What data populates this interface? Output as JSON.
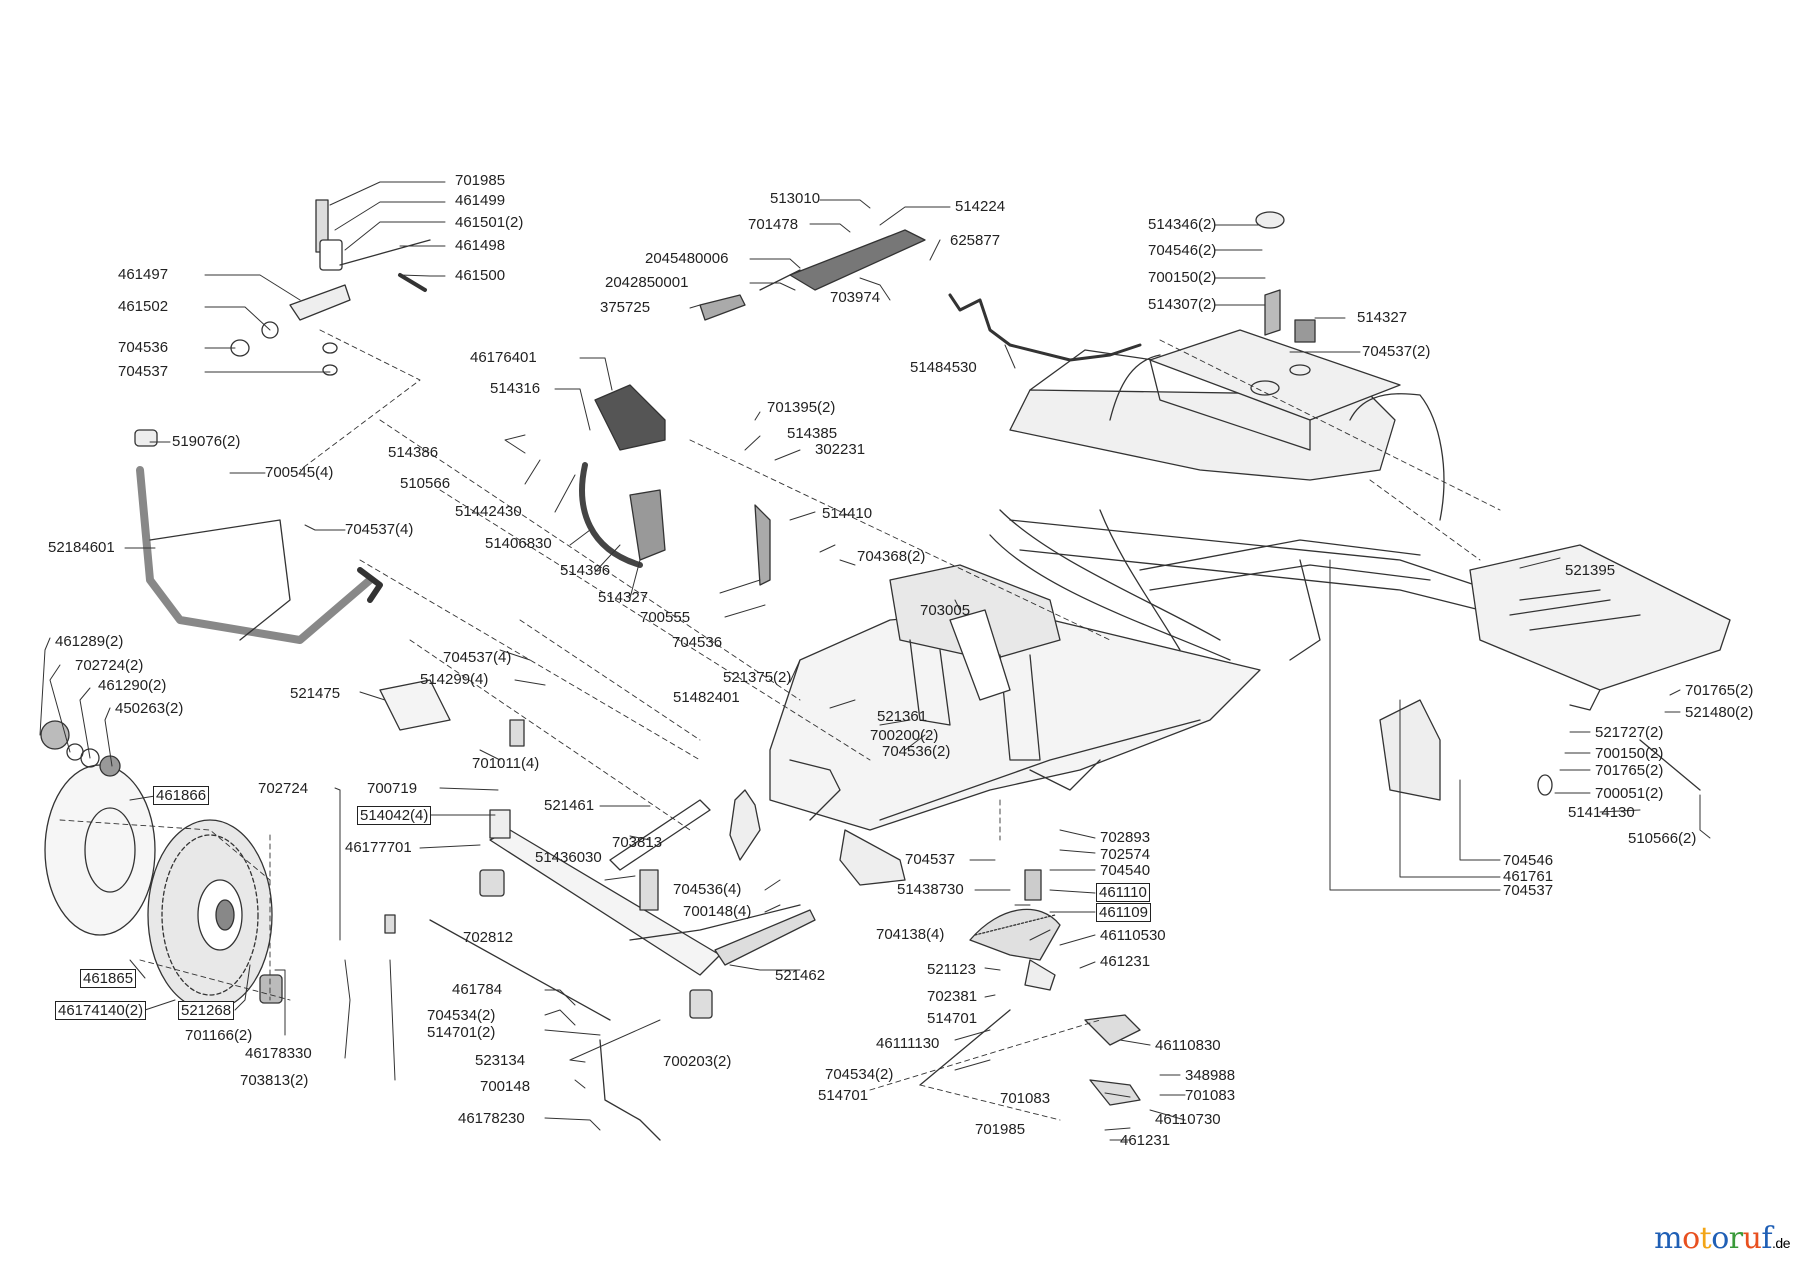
{
  "watermark": {
    "letters": [
      "m",
      "o",
      "t",
      "o",
      "r",
      "u",
      "f"
    ],
    "letter_colors": [
      "#1f5fb5",
      "#e8501f",
      "#f2a516",
      "#1f5fb5",
      "#3a9a3a",
      "#e8501f",
      "#1f5fb5"
    ],
    "suffix": ".de"
  },
  "part_labels": [
    "701985",
    "461499",
    "461501(2)",
    "461498",
    "461497",
    "461500",
    "461502",
    "704536",
    "704537",
    "519076(2)",
    "700545(4)",
    "704537(4)",
    "52184601",
    "513010",
    "514224",
    "701478",
    "625877",
    "2045480006",
    "2042850001",
    "703974",
    "375725",
    "51484530",
    "514346(2)",
    "704546(2)",
    "700150(2)",
    "514307(2)",
    "514327",
    "704537(2)",
    "46176401",
    "514316",
    "514386",
    "510566",
    "51442430",
    "51406830",
    "514396",
    "514327",
    "701395(2)",
    "514385",
    "302231",
    "514410",
    "700555",
    "704536",
    "704368(2)",
    "703005",
    "521395",
    "521375(2)",
    "51482401",
    "521361",
    "700200(2)",
    "704536(2)",
    "461289(2)",
    "702724(2)",
    "461290(2)",
    "450263(2)",
    "704537(4)",
    "514299(4)",
    "521475",
    "701011(4)",
    "461866",
    "702724",
    "700719",
    "514042(4)",
    "46177701",
    "521461",
    "703813",
    "51436030",
    "704536(4)",
    "700148(4)",
    "521462",
    "461865",
    "46174140(2)",
    "521268",
    "701166(2)",
    "46178330",
    "703813(2)",
    "702812",
    "461784",
    "704534(2)",
    "514701(2)",
    "523134",
    "700148",
    "46178230",
    "700203(2)",
    "704537",
    "51438730",
    "704138(4)",
    "702893",
    "702574",
    "704540",
    "461110",
    "461109",
    "46110530",
    "461231",
    "521123",
    "702381",
    "514701",
    "46111130",
    "46110830",
    "704534(2)",
    "514701",
    "348988",
    "701083",
    "701083",
    "46110730",
    "701985",
    "461231",
    "701765(2)",
    "521480(2)",
    "521727(2)",
    "700150(2)",
    "701765(2)",
    "700051(2)",
    "51414130",
    "510566(2)",
    "704546",
    "461761",
    "704537"
  ]
}
